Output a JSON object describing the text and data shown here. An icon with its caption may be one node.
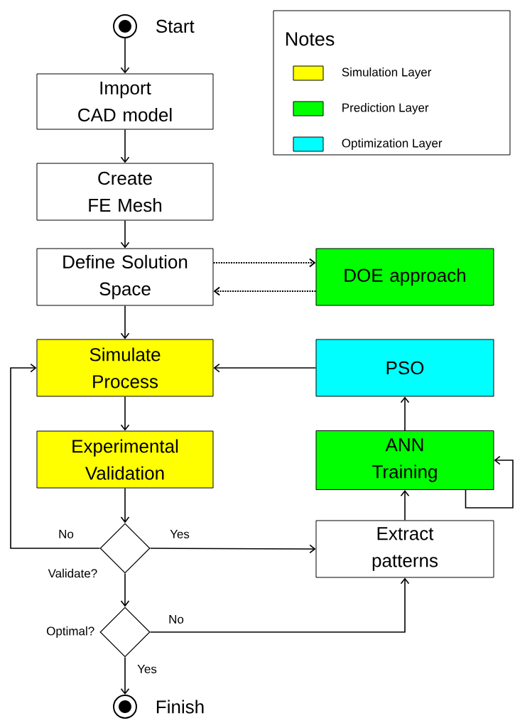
{
  "diagram": {
    "nodes": [
      {
        "text": [],
        "shape": "circle",
        "beside": [
          "Start"
        ]
      },
      {
        "text": [
          "Import CAD model"
        ]
      },
      {
        "text": [
          "Create FE Mesh"
        ]
      },
      {
        "text": [
          "Define Solution Space"
        ]
      },
      {
        "text": [
          "DOE approach"
        ]
      },
      {
        "text": [
          "Simulate Process"
        ]
      },
      {
        "text": [
          "PSO"
        ]
      },
      {
        "text": [
          "Experimental Validation"
        ]
      },
      {
        "text": [
          "ANN Training"
        ]
      },
      {
        "text": [],
        "shape": "diamond",
        "beside": [
          "Validate?"
        ]
      },
      {
        "text": [
          "Extract patterns"
        ]
      },
      {
        "text": [],
        "shape": "diamond",
        "beside": [
          "Optimal?"
        ]
      },
      {
        "text": [],
        "shape": "circle",
        "beside": [
          "Finish"
        ]
      }
    ],
    "edges": [
      {
        "from": 0,
        "to": 1,
        "arrow": "to"
      },
      {
        "from": 1,
        "to": 2,
        "arrow": "to"
      },
      {
        "from": 2,
        "to": 3,
        "arrow": "to"
      },
      {
        "from": 3,
        "to": 4,
        "arrow": "to",
        "style": "dashed"
      },
      {
        "from": 4,
        "to": 3,
        "arrow": "to",
        "style": "dashed"
      },
      {
        "from": 3,
        "to": 5,
        "arrow": "to"
      },
      {
        "from": 6,
        "to": 5,
        "arrow": "to"
      },
      {
        "from": 5,
        "to": 7,
        "arrow": "to"
      },
      {
        "from": 8,
        "to": 6,
        "arrow": "to"
      },
      {
        "from": 7,
        "to": 9,
        "arrow": "to"
      },
      {
        "from": 9,
        "to": 5,
        "arrow": "to",
        "label": "No"
      },
      {
        "from": 9,
        "to": 10,
        "arrow": "to",
        "label": "Yes"
      },
      {
        "from": 10,
        "to": 8,
        "arrow": "to"
      },
      {
        "from": 8,
        "to": 8,
        "arrow": "to"
      },
      {
        "from": 9,
        "to": 11,
        "arrow": "to"
      },
      {
        "from": 11,
        "to": 10,
        "arrow": "to",
        "label": "No"
      },
      {
        "from": 11,
        "to": 12,
        "arrow": "to",
        "label": "Yes"
      }
    ],
    "labels": [
      "Notes"
    ],
    "legend": [
      {
        "text": "Simulation Layer",
        "color": "#ffff00"
      },
      {
        "text": "Prediction Layer",
        "color": "#00ff00"
      },
      {
        "text": "Optimization Layer",
        "color": "#00ffff"
      }
    ]
  }
}
